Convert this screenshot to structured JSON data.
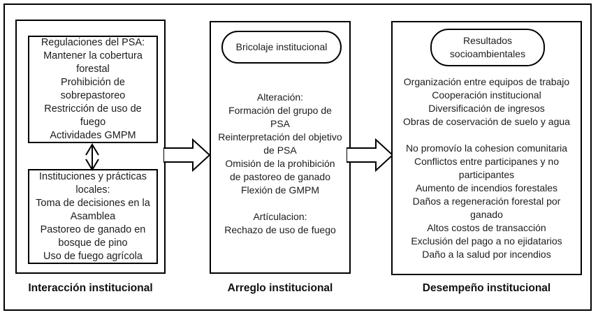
{
  "panel1": {
    "box1": "Regulaciones del PSA:\nMantener la cobertura\nforestal\nProhibición de\nsobrepastoreo\nRestricción de uso de\nfuego\nActividades GMPM",
    "box2": "Instituciones y prácticas\nlocales:\nToma de decisiones en la\nAsamblea\nPastoreo de ganado en\nbosque de pino\nUso de fuego agrícola",
    "label": "Interacción institucional"
  },
  "panel2": {
    "oval": "Bricolaje institucional",
    "body": "Alteración:\nFormación del grupo de\nPSA\nReinterpretación del objetivo\nde PSA\nOmisión de la prohibición\nde pastoreo de ganado\nFlexión de GMPM\n\nArtículacion:\nRechazo de uso de fuego",
    "label": "Arreglo institucional"
  },
  "panel3": {
    "oval": "Resultados\nsocioambientales",
    "body": "Organización entre equipos de trabajo\nCooperación institucional\nDiversificación de ingresos\nObras de coservación de suelo y agua\n\nNo promovío la cohesion comunitaria\nConflictos entre participanes y no\nparticipantes\nAumento de incendios forestales\nDaños a regeneración forestal por\nganado\nAltos costos de transacción\nExclusión del pago a no ejidatarios\nDaño a la salud por incendios",
    "label": "Desempeño institucional"
  },
  "colors": {
    "border": "#000000",
    "text": "#1c1c1c",
    "background": "#ffffff"
  }
}
